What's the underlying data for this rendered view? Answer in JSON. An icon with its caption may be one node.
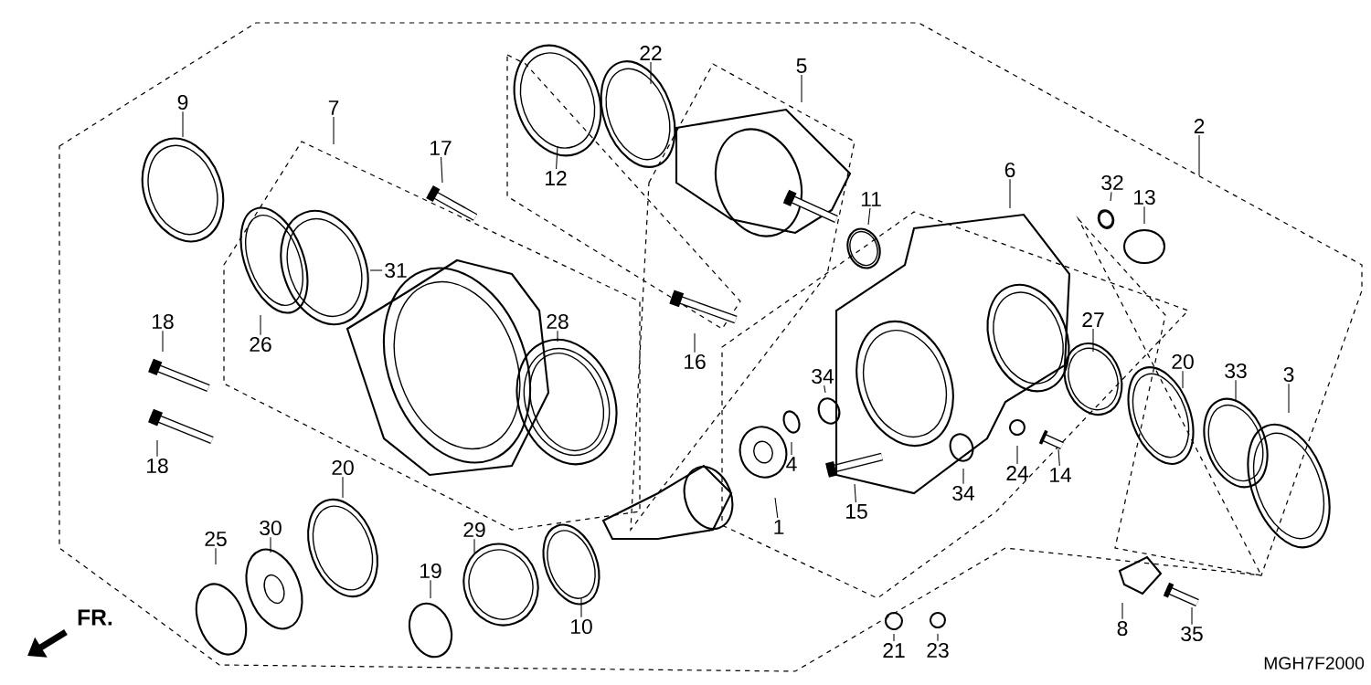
{
  "diagram": {
    "nodes": [
      {
        "text": [
          "9"
        ]
      },
      {
        "text": [
          "7"
        ]
      },
      {
        "text": [
          "17"
        ]
      },
      {
        "text": [
          "22"
        ]
      },
      {
        "text": [
          "12"
        ]
      },
      {
        "text": [
          "5"
        ]
      },
      {
        "text": [
          "2"
        ]
      },
      {
        "text": [
          "6"
        ]
      },
      {
        "text": [
          "32"
        ]
      },
      {
        "text": [
          "13"
        ]
      },
      {
        "text": [
          "11"
        ]
      },
      {
        "text": [
          "31"
        ]
      },
      {
        "text": [
          "18"
        ]
      },
      {
        "text": [
          "26"
        ]
      },
      {
        "text": [
          "28"
        ]
      },
      {
        "text": [
          "16"
        ]
      },
      {
        "text": [
          "27"
        ]
      },
      {
        "text": [
          "34"
        ]
      },
      {
        "text": [
          "20"
        ]
      },
      {
        "text": [
          "33"
        ]
      },
      {
        "text": [
          "3"
        ]
      },
      {
        "text": [
          "18"
        ]
      },
      {
        "text": [
          "4"
        ]
      },
      {
        "text": [
          "24"
        ]
      },
      {
        "text": [
          "14"
        ]
      },
      {
        "text": [
          "34"
        ]
      },
      {
        "text": [
          "20"
        ]
      },
      {
        "text": [
          "30"
        ]
      },
      {
        "text": [
          "15"
        ]
      },
      {
        "text": [
          "1"
        ]
      },
      {
        "text": [
          "25"
        ]
      },
      {
        "text": [
          "29"
        ]
      },
      {
        "text": [
          "19"
        ]
      },
      {
        "text": [
          "10"
        ]
      },
      {
        "text": [
          "8"
        ]
      },
      {
        "text": [
          "35"
        ]
      },
      {
        "text": [
          "21"
        ]
      },
      {
        "text": [
          "23"
        ]
      }
    ],
    "edges": [
      {
        "from": 0,
        "to": null,
        "arrow": "none"
      },
      {
        "from": 1,
        "to": null,
        "arrow": "none"
      },
      {
        "from": 2,
        "to": null,
        "arrow": "none"
      },
      {
        "from": 3,
        "to": null,
        "arrow": "none"
      },
      {
        "from": 4,
        "to": null,
        "arrow": "none"
      },
      {
        "from": 5,
        "to": null,
        "arrow": "none"
      },
      {
        "from": 6,
        "to": null,
        "arrow": "none"
      },
      {
        "from": 7,
        "to": null,
        "arrow": "none"
      },
      {
        "from": 8,
        "to": null,
        "arrow": "none"
      },
      {
        "from": 9,
        "to": null,
        "arrow": "none"
      },
      {
        "from": 10,
        "to": null,
        "arrow": "none"
      },
      {
        "from": 11,
        "to": null,
        "arrow": "none"
      },
      {
        "from": 12,
        "to": null,
        "arrow": "none"
      },
      {
        "from": 13,
        "to": null,
        "arrow": "none"
      },
      {
        "from": 14,
        "to": null,
        "arrow": "none"
      },
      {
        "from": 15,
        "to": null,
        "arrow": "none"
      },
      {
        "from": 16,
        "to": null,
        "arrow": "none"
      },
      {
        "from": 17,
        "to": null,
        "arrow": "none"
      },
      {
        "from": 18,
        "to": null,
        "arrow": "none"
      },
      {
        "from": 19,
        "to": null,
        "arrow": "none"
      },
      {
        "from": 20,
        "to": null,
        "arrow": "none"
      },
      {
        "from": 21,
        "to": null,
        "arrow": "none"
      },
      {
        "from": 22,
        "to": null,
        "arrow": "none"
      },
      {
        "from": 23,
        "to": null,
        "arrow": "none"
      },
      {
        "from": 24,
        "to": null,
        "arrow": "none"
      },
      {
        "from": 25,
        "to": null,
        "arrow": "none"
      },
      {
        "from": 26,
        "to": null,
        "arrow": "none"
      },
      {
        "from": 27,
        "to": null,
        "arrow": "none"
      },
      {
        "from": 28,
        "to": null,
        "arrow": "none"
      },
      {
        "from": 29,
        "to": null,
        "arrow": "none"
      },
      {
        "from": 30,
        "to": null,
        "arrow": "none"
      },
      {
        "from": 31,
        "to": null,
        "arrow": "none"
      },
      {
        "from": 32,
        "to": null,
        "arrow": "none"
      },
      {
        "from": 33,
        "to": null,
        "arrow": "none"
      },
      {
        "from": 34,
        "to": null,
        "arrow": "none"
      },
      {
        "from": 35,
        "to": null,
        "arrow": "none"
      },
      {
        "from": 36,
        "to": null,
        "arrow": "none"
      },
      {
        "from": 37,
        "to": null,
        "arrow": "none"
      }
    ],
    "labels": [
      "FR.",
      "MGH7F2000"
    ]
  }
}
